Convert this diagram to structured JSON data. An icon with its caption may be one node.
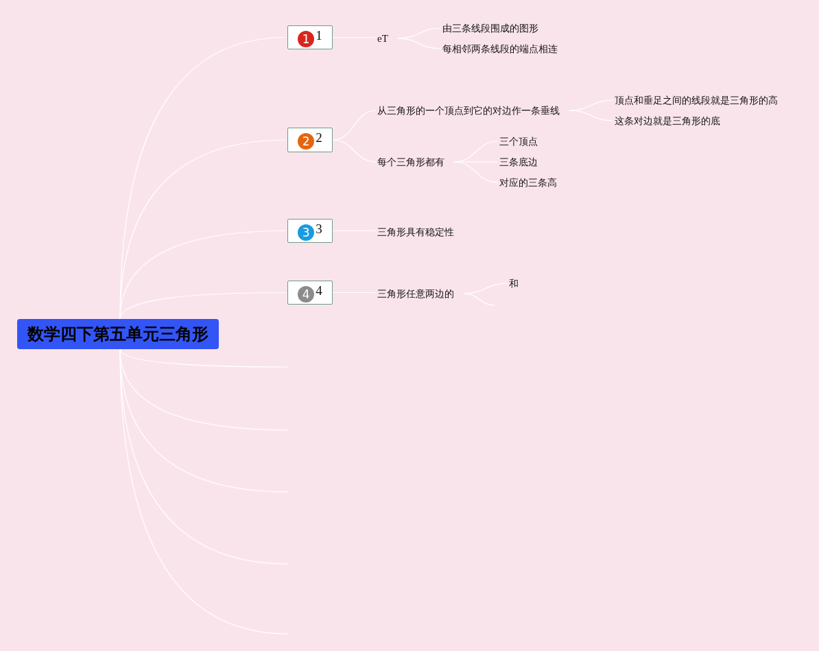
{
  "diagram": {
    "nodes": [
      {
        "text": [
          "数学四下第五单元三角形"
        ]
      },
      {
        "text": [
          "1",
          "1"
        ]
      },
      {
        "text": [
          "eT"
        ]
      },
      {
        "text": [
          "由三条线段围成的图形"
        ]
      },
      {
        "text": [
          "每相邻两条线段的端点相连"
        ]
      },
      {
        "text": [
          "2",
          "2"
        ]
      },
      {
        "text": [
          "从三角形的一个顶点到它的对边作一条垂线"
        ]
      },
      {
        "text": [
          "顶点和垂足之间的线段就是三角形的高"
        ]
      },
      {
        "text": [
          "这条对边就是三角形的底"
        ]
      },
      {
        "text": [
          "每个三角形都有"
        ]
      },
      {
        "text": [
          "三个顶点"
        ]
      },
      {
        "text": [
          "三条底边"
        ]
      },
      {
        "text": [
          "对应的三条高"
        ]
      },
      {
        "text": [
          "3",
          "3"
        ]
      },
      {
        "text": [
          "三角形具有稳定性"
        ]
      },
      {
        "text": [
          "4",
          "4"
        ]
      },
      {
        "text": [
          "三角形任意两边的"
        ]
      },
      {
        "text": [
          "和"
        ]
      }
    ],
    "edges": [
      {
        "from": 0,
        "to": 1,
        "arrow": "none"
      },
      {
        "from": 1,
        "to": 2,
        "arrow": "none"
      },
      {
        "from": 2,
        "to": 3,
        "arrow": "none"
      },
      {
        "from": 2,
        "to": 4,
        "arrow": "none"
      },
      {
        "from": 0,
        "to": 5,
        "arrow": "none"
      },
      {
        "from": 5,
        "to": 6,
        "arrow": "none"
      },
      {
        "from": 6,
        "to": 7,
        "arrow": "none"
      },
      {
        "from": 6,
        "to": 8,
        "arrow": "none"
      },
      {
        "from": 5,
        "to": 9,
        "arrow": "none"
      },
      {
        "from": 9,
        "to": 10,
        "arrow": "none"
      },
      {
        "from": 9,
        "to": 11,
        "arrow": "none"
      },
      {
        "from": 9,
        "to": 12,
        "arrow": "none"
      },
      {
        "from": 0,
        "to": 13,
        "arrow": "none"
      },
      {
        "from": 13,
        "to": 14,
        "arrow": "none"
      },
      {
        "from": 0,
        "to": 15,
        "arrow": "none"
      },
      {
        "from": 15,
        "to": 16,
        "arrow": "none"
      },
      {
        "from": 16,
        "to": 17,
        "arrow": "none"
      },
      {
        "from": 16,
        "to": null,
        "arrow": "none"
      },
      {
        "from": 0,
        "to": null,
        "arrow": "none"
      },
      {
        "from": 0,
        "to": null,
        "arrow": "none"
      },
      {
        "from": 0,
        "to": null,
        "arrow": "none"
      },
      {
        "from": 0,
        "to": null,
        "arrow": "none"
      },
      {
        "from": 0,
        "to": null,
        "arrow": "none"
      }
    ]
  }
}
